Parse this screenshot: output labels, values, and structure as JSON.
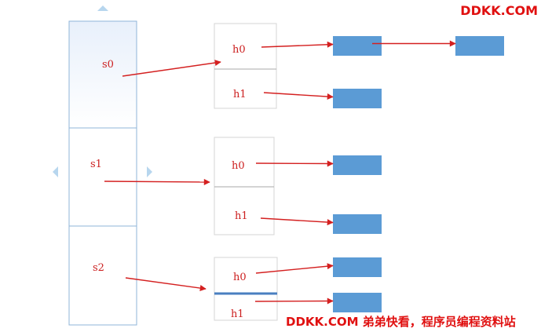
{
  "diagram": {
    "segments": [
      {
        "label": "s0",
        "buckets": [
          {
            "label": "h0",
            "chain": 2
          },
          {
            "label": "h1",
            "chain": 1
          }
        ]
      },
      {
        "label": "s1",
        "buckets": [
          {
            "label": "h0",
            "chain": 1
          },
          {
            "label": "h1",
            "chain": 1
          }
        ]
      },
      {
        "label": "s2",
        "buckets": [
          {
            "label": "h0",
            "chain": 1
          },
          {
            "label": "h1",
            "chain": 1
          }
        ]
      }
    ]
  },
  "colors": {
    "arrow": "#d42020",
    "node_fill": "#5b9bd5",
    "segment_border": "#8fb4d9",
    "segment_fill_top": "#e8f0fb",
    "bucket_border": "#d5d5d5",
    "bucket_divider_highlight": "#4a7fc0",
    "scroll_triangle": "#b7d6ee",
    "label_text": "#cc1f1f"
  },
  "watermark": {
    "top": "DDKK.COM",
    "bottom": "DDKK.COM 弟弟快看，程序员编程资料站"
  }
}
